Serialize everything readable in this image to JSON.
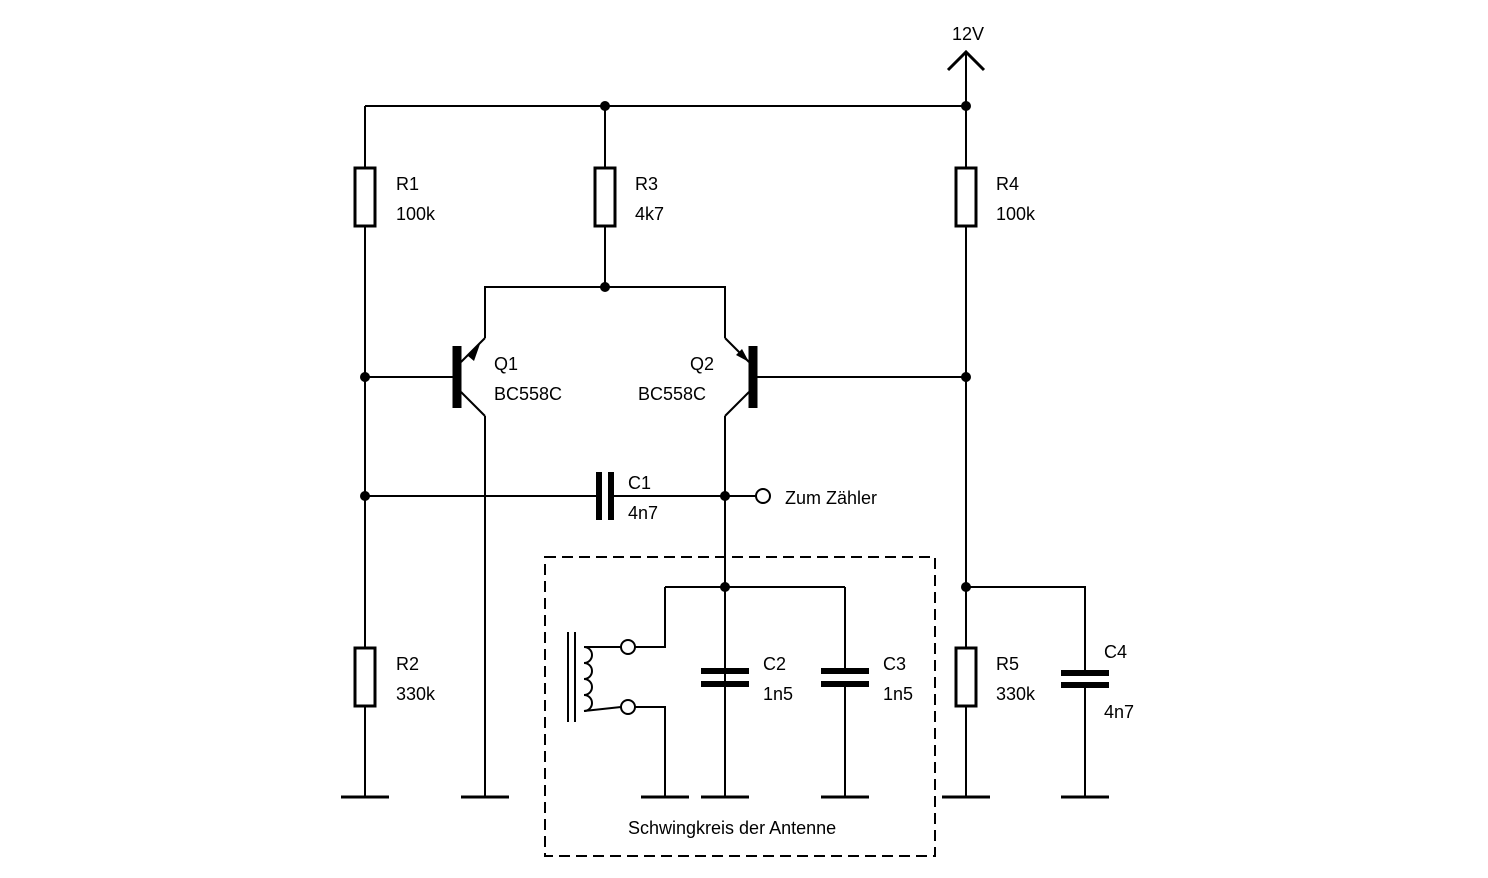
{
  "supply": {
    "label": "12V"
  },
  "components": {
    "R1": {
      "ref": "R1",
      "value": "100k"
    },
    "R2": {
      "ref": "R2",
      "value": "330k"
    },
    "R3": {
      "ref": "R3",
      "value": "4k7"
    },
    "R4": {
      "ref": "R4",
      "value": "100k"
    },
    "R5": {
      "ref": "R5",
      "value": "330k"
    },
    "Q1": {
      "ref": "Q1",
      "value": "BC558C"
    },
    "Q2": {
      "ref": "Q2",
      "value": "BC558C"
    },
    "C1": {
      "ref": "C1",
      "value": "4n7"
    },
    "C2": {
      "ref": "C2",
      "value": "1n5"
    },
    "C3": {
      "ref": "C3",
      "value": "1n5"
    },
    "C4": {
      "ref": "C4",
      "value": "4n7"
    }
  },
  "output": {
    "label": "Zum Zähler"
  },
  "tank_circuit": {
    "label": "Schwingkreis der Antenne"
  }
}
